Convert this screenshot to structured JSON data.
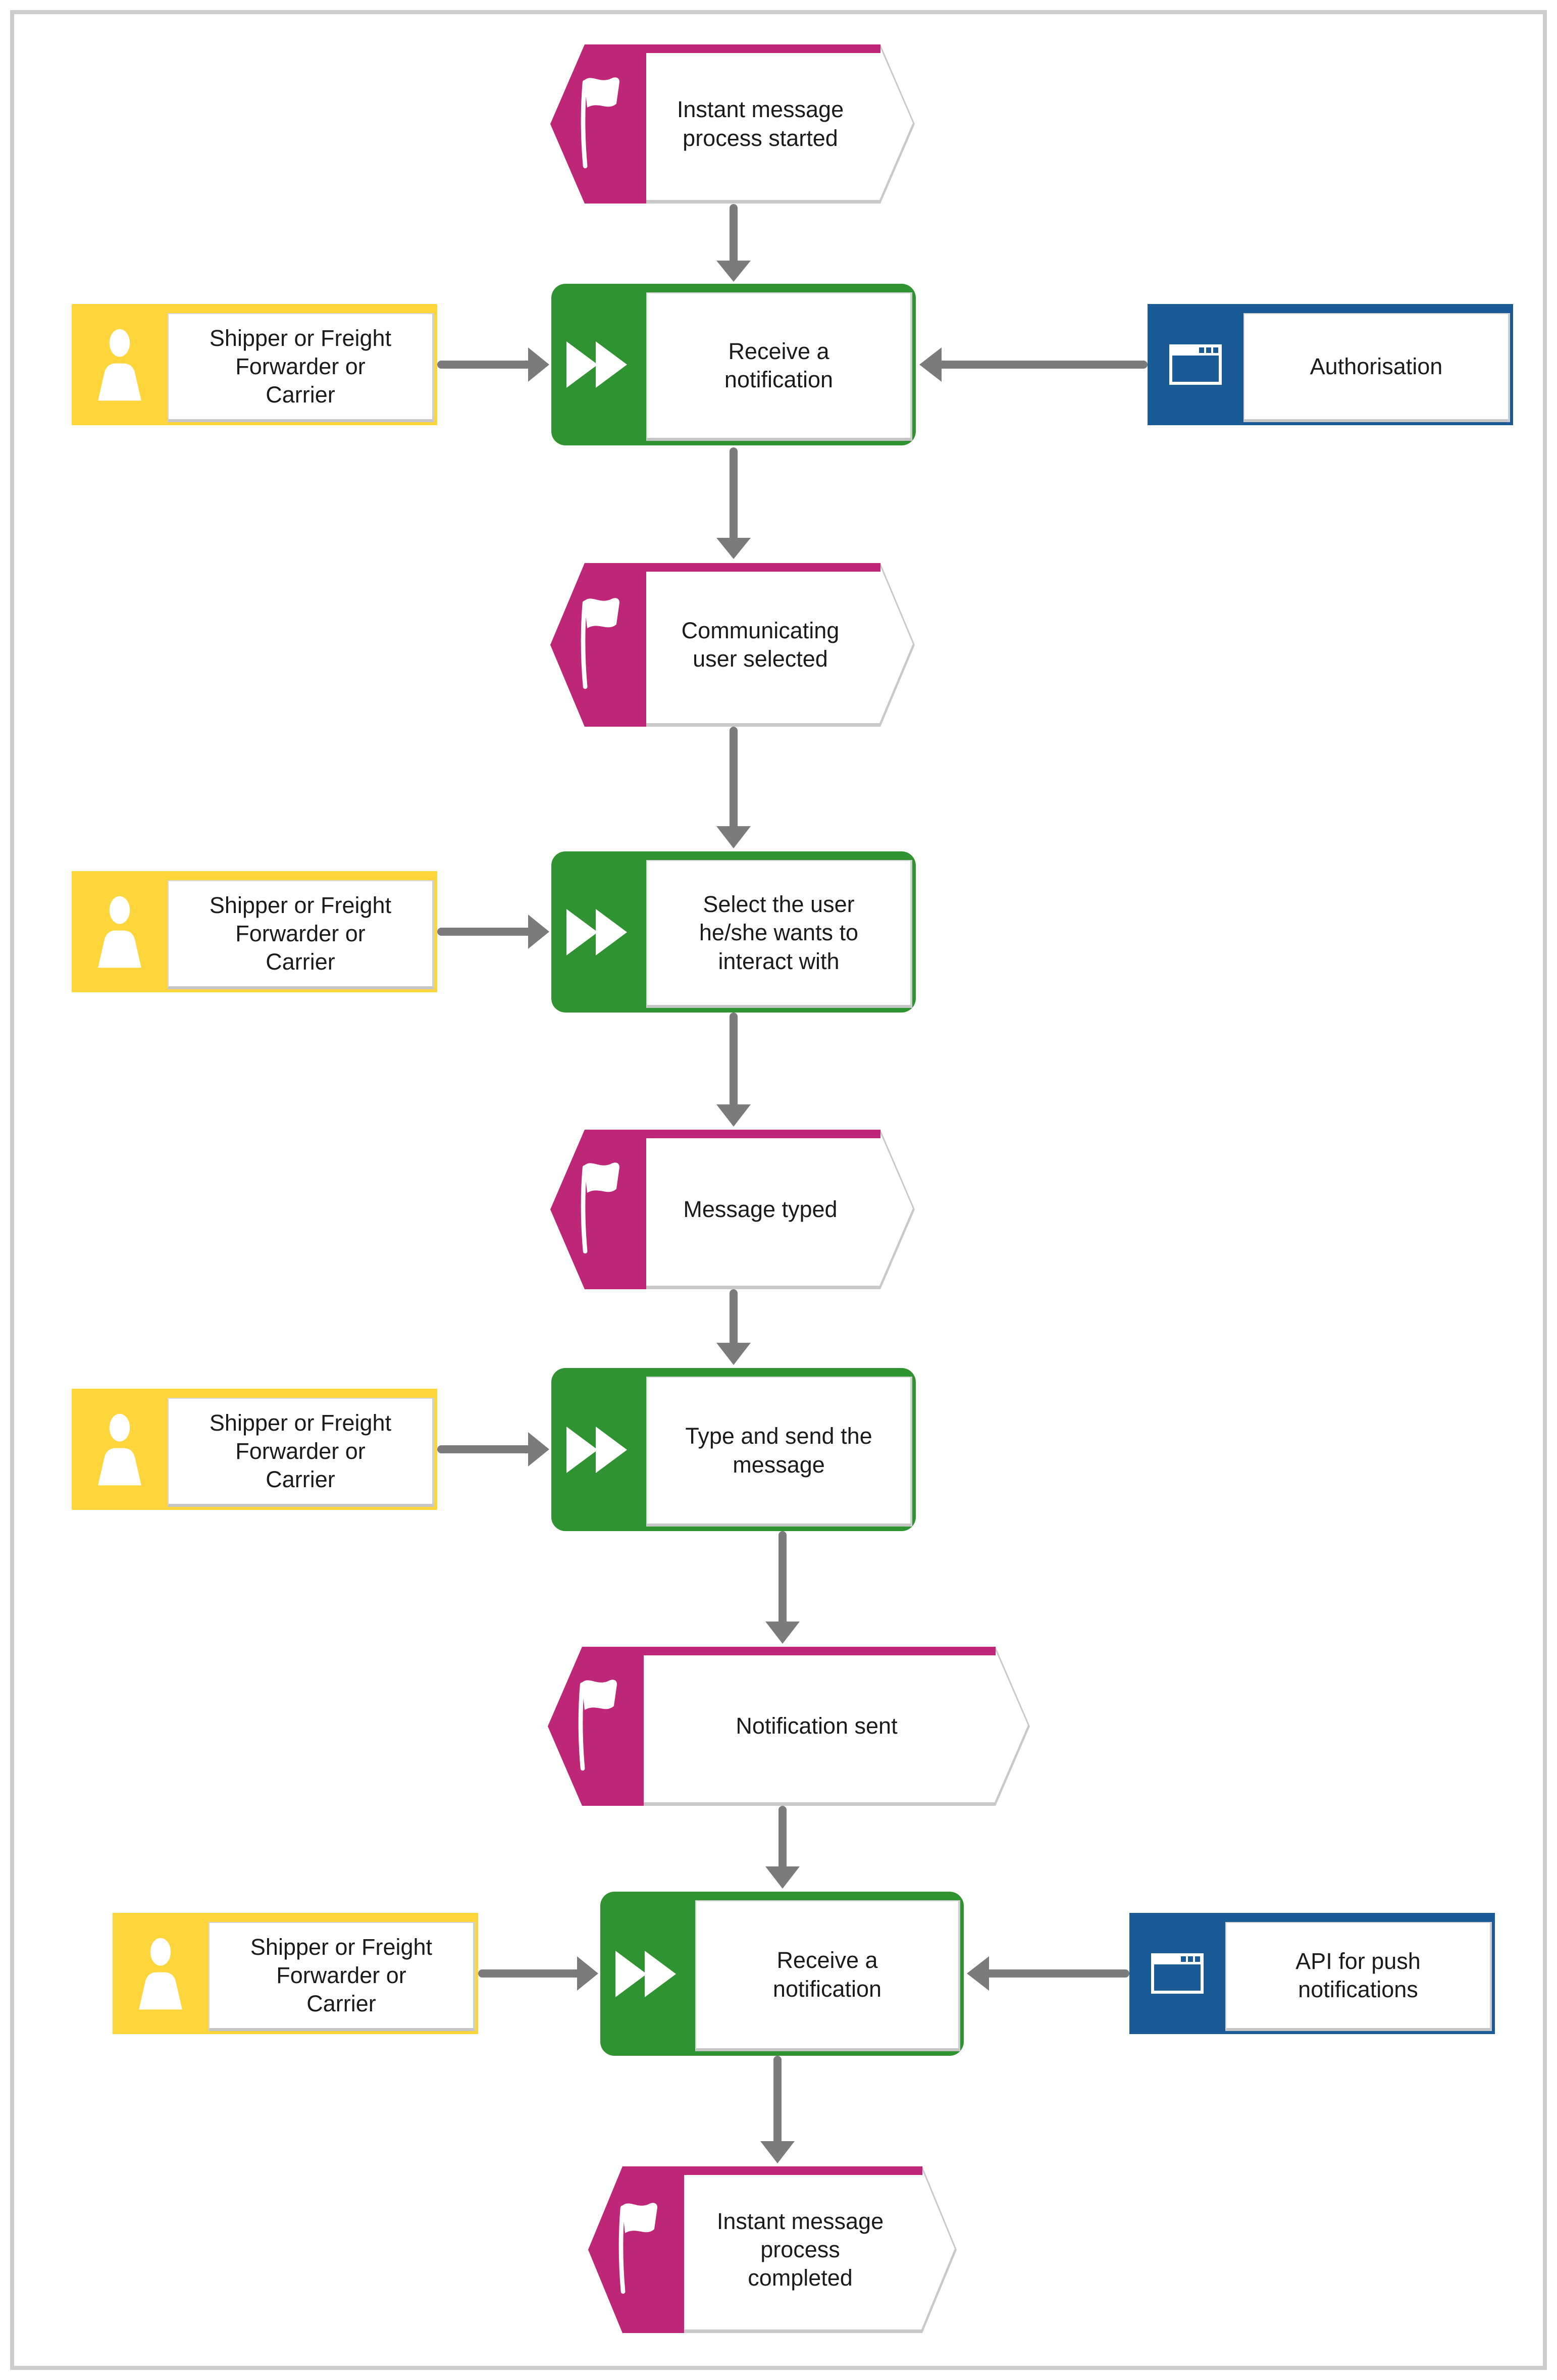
{
  "colors": {
    "event_accent": "#BE2677",
    "function_accent": "#2F9331",
    "role_accent": "#FFD53C",
    "system_accent": "#1A5A96",
    "arrow": "#7B7B7B"
  },
  "events": [
    {
      "label": "Instant message\nprocess started",
      "icon": "flag-icon"
    },
    {
      "label": "Communicating\nuser selected",
      "icon": "flag-icon"
    },
    {
      "label": "Message typed",
      "icon": "flag-icon"
    },
    {
      "label": "Notification sent",
      "icon": "flag-icon"
    },
    {
      "label": "Instant message\nprocess\ncompleted",
      "icon": "flag-icon"
    }
  ],
  "functions": [
    {
      "label": "Receive a\nnotification",
      "icon": "fast-forward-icon"
    },
    {
      "label": "Select the user\nhe/she wants to\ninteract with",
      "icon": "fast-forward-icon"
    },
    {
      "label": "Type and send the\nmessage",
      "icon": "fast-forward-icon"
    },
    {
      "label": "Receive a\nnotification",
      "icon": "fast-forward-icon"
    }
  ],
  "roles": [
    {
      "label": "Shipper or Freight\nForwarder or\nCarrier",
      "icon": "person-icon"
    },
    {
      "label": "Shipper or Freight\nForwarder or\nCarrier",
      "icon": "person-icon"
    },
    {
      "label": "Shipper or Freight\nForwarder or\nCarrier",
      "icon": "person-icon"
    },
    {
      "label": "Shipper or Freight\nForwarder or\nCarrier",
      "icon": "person-icon"
    }
  ],
  "systems": [
    {
      "label": "Authorisation",
      "icon": "application-window-icon"
    },
    {
      "label": "API for push\nnotifications",
      "icon": "application-window-icon"
    }
  ]
}
